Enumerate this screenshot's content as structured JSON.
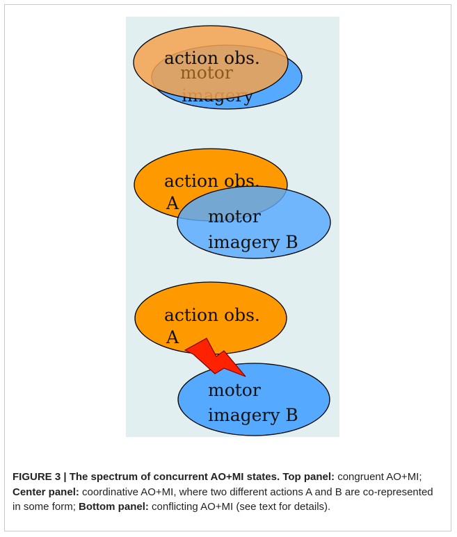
{
  "figure": {
    "top_panel": {
      "ao_label_line1": "action obs.",
      "mi_label_line1": "motor",
      "mi_label_line2": "imagery"
    },
    "center_panel": {
      "ao_label_line1": "action obs.",
      "ao_label_line2": "A",
      "mi_label_line1": "motor",
      "mi_label_line2": "imagery B"
    },
    "bottom_panel": {
      "ao_label_line1": "action obs.",
      "ao_label_line2": "A",
      "mi_label_line1": "motor",
      "mi_label_line2": "imagery B"
    },
    "colors": {
      "panel_background": "#e1eff0",
      "action_observation": "#ff9900",
      "action_observation_translucent": "#f5a24e",
      "motor_imagery": "#55aaff",
      "conflict_bolt": "#ff2200",
      "outline": "#000000"
    }
  },
  "caption": {
    "figure_label": "FIGURE 3 | The spectrum of concurrent AO+MI states.",
    "top_label": "Top panel:",
    "top_text": "congruent AO+MI;",
    "center_label": "Center panel:",
    "center_text": "coordinative AO+MI, where two different actions A and B are co-represented in some form;",
    "bottom_label": "Bottom panel:",
    "bottom_text": "conflicting AO+MI (see text for details)."
  }
}
